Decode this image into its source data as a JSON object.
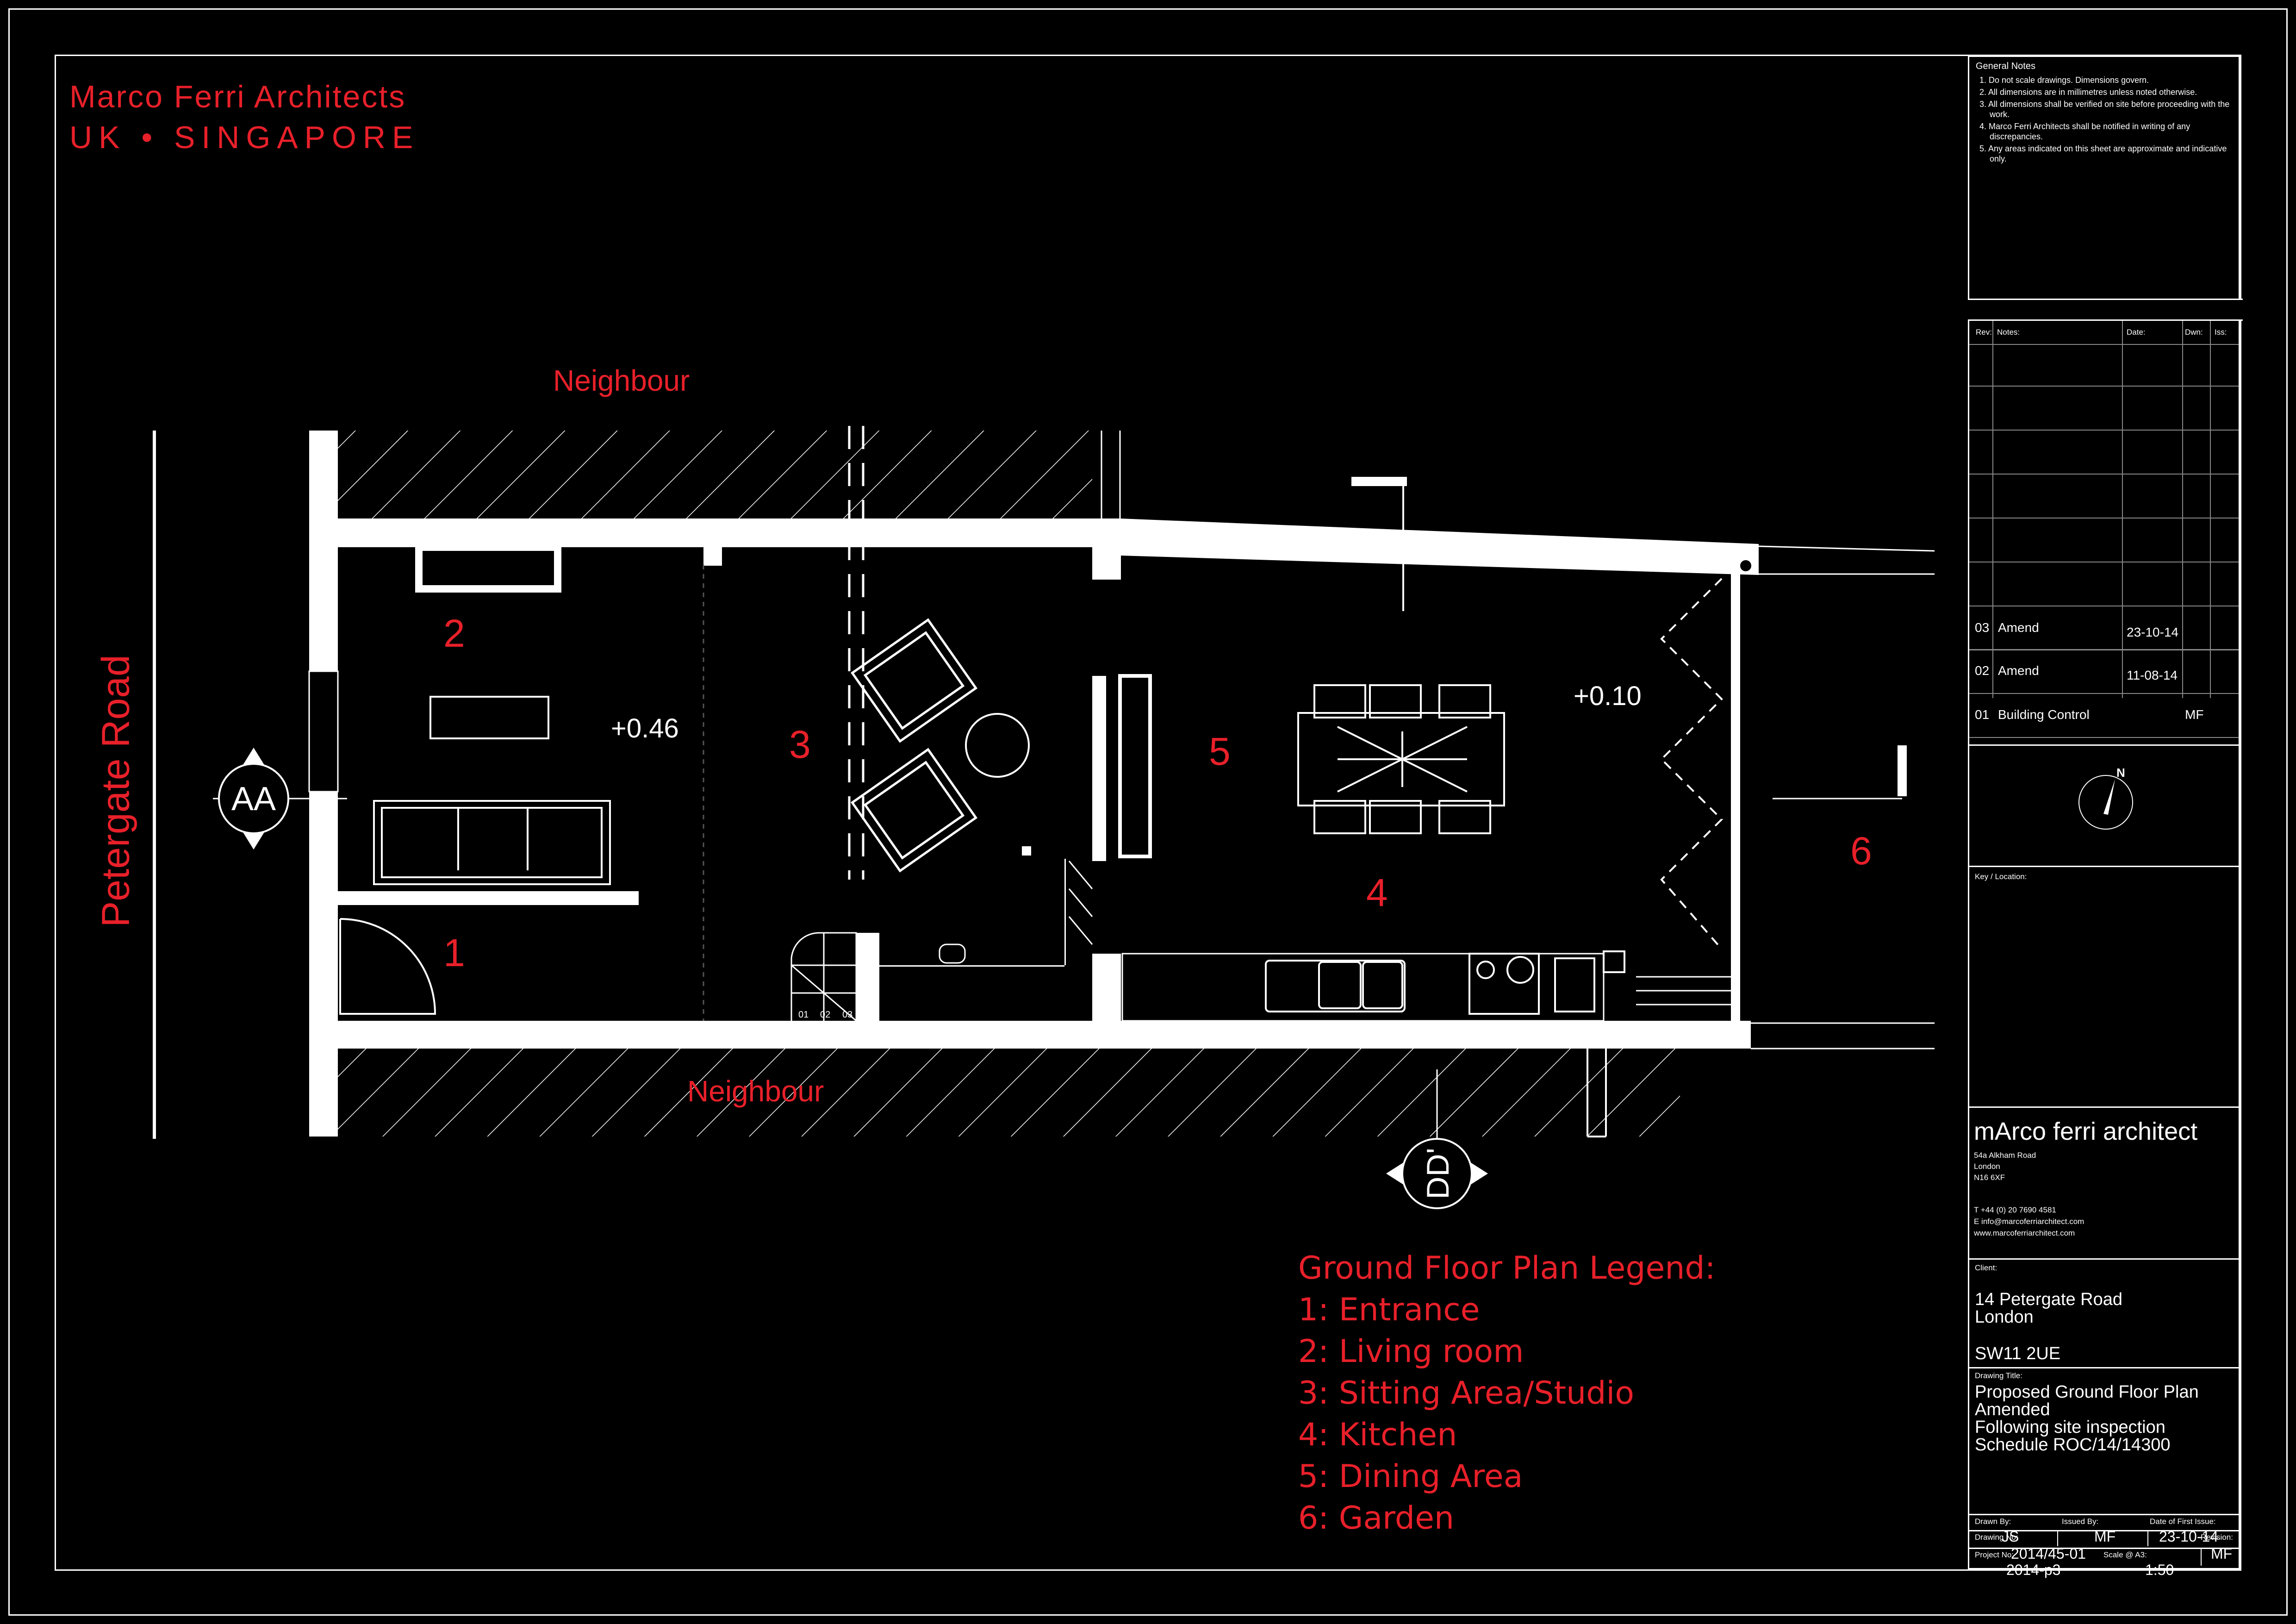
{
  "firm": {
    "name_line1": "Marco Ferri Architects",
    "name_line2": "UK • SINGAPORE"
  },
  "plan": {
    "neighbour_top": "Neighbour",
    "neighbour_bottom": "Neighbour",
    "road": "Petergate Road",
    "level_front": "+0.46",
    "level_rear": "+0.10",
    "section_aa": "AA",
    "section_dd": "DD'",
    "stair_labels": [
      "01",
      "02",
      "03"
    ],
    "rooms": [
      "1",
      "2",
      "3",
      "4",
      "5",
      "6"
    ]
  },
  "legend": {
    "title": "Ground Floor Plan Legend:",
    "items": [
      "1: Entrance",
      "2: Living room",
      "3: Sitting Area/Studio",
      "4: Kitchen",
      "5: Dining Area",
      "6: Garden"
    ]
  },
  "general_notes": {
    "title": "General Notes",
    "items": [
      "1. Do not scale drawings. Dimensions govern.",
      "2. All dimensions are in millimetres unless noted otherwise.",
      "3. All dimensions shall be verified on site before proceeding with the work.",
      "4. Marco Ferri Architects shall be notified in writing of any discrepancies.",
      "5. Any areas indicated on this sheet are approximate and indicative only."
    ]
  },
  "revisions": {
    "headers": {
      "rev": "Rev:",
      "notes": "Notes:",
      "date": "Date:",
      "dwn": "Dwn:",
      "iss": "Iss:"
    },
    "rows": [
      {
        "rev": "03",
        "notes": "Amend",
        "date": "23-10-14",
        "dwn": ""
      },
      {
        "rev": "02",
        "notes": "Amend",
        "date": "11-08-14",
        "dwn": ""
      },
      {
        "rev": "01",
        "notes": "Building Control",
        "date": "",
        "dwn": "MF"
      }
    ]
  },
  "north": "N",
  "key_location": "Key / Location:",
  "office": {
    "name": "mArco ferri architect",
    "address": [
      "54a Alkham Road",
      "London",
      "N16 6XF"
    ],
    "phone": "T +44 (0) 20 7690 4581",
    "email": "E info@marcoferriarchitect.com",
    "web": "www.marcoferriarchitect.com"
  },
  "client": {
    "label": "Client:",
    "line1": "14 Petergate Road",
    "line2": "London",
    "postcode": "SW11 2UE"
  },
  "drawing_title": {
    "label": "Drawing Title:",
    "lines": [
      "Proposed Ground Floor Plan",
      "Amended",
      "Following site inspection",
      "Schedule ROC/14/14300"
    ]
  },
  "meta": {
    "drawn_by_label": "Drawn By:",
    "drawn_by": "JS",
    "issued_by_label": "Issued By:",
    "issued_by": "MF",
    "first_issue_label": "Date of First Issue:",
    "first_issue": "23-10-14",
    "project_no_label": "Project No:",
    "project_no": "2014-p3",
    "scale_label": "Scale @ A3:",
    "scale": "1:50",
    "drawing_no_label": "Drawing No:",
    "drawing_no": "2014/45-01",
    "revision_label": "Revision:",
    "revision": "MF"
  }
}
